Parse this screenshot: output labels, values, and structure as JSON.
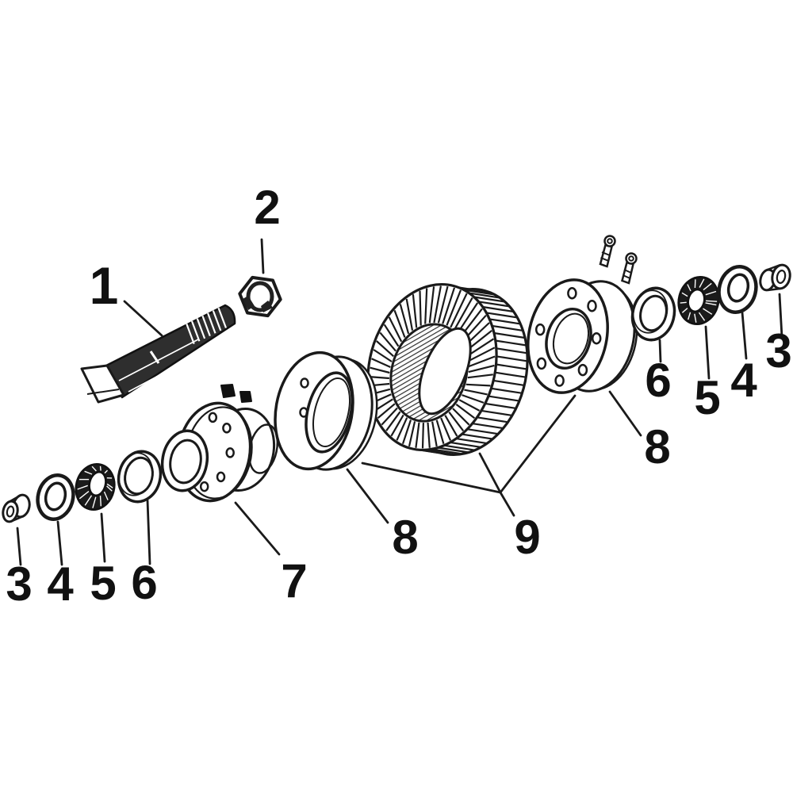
{
  "figure": {
    "type": "exploded-parts-diagram",
    "background": "#ffffff",
    "line_color": "#1a1a1a",
    "label_color": "#111111"
  },
  "parts": [
    {
      "callout": "1",
      "part": "hex-bolt"
    },
    {
      "callout": "2",
      "part": "hex-nut"
    },
    {
      "callout": "3",
      "part": "bushing"
    },
    {
      "callout": "4",
      "part": "washer-ring"
    },
    {
      "callout": "5",
      "part": "tapered-bearing"
    },
    {
      "callout": "6",
      "part": "seal-ring"
    },
    {
      "callout": "7",
      "part": "hub"
    },
    {
      "callout": "8",
      "part": "bearing-retainer-flange"
    },
    {
      "callout": "9",
      "part": "ring-gear"
    }
  ],
  "callouts": [
    {
      "label": "1",
      "points_to": "hex-bolt"
    },
    {
      "label": "2",
      "points_to": "hex-nut"
    },
    {
      "label": "3",
      "points_to": "bushing-left"
    },
    {
      "label": "4",
      "points_to": "washer-left"
    },
    {
      "label": "5",
      "points_to": "bearing-left"
    },
    {
      "label": "6",
      "points_to": "seal-ring-left"
    },
    {
      "label": "7",
      "points_to": "hub"
    },
    {
      "label": "8",
      "points_to": "bearing-retainer-left"
    },
    {
      "label": "9",
      "points_to": "ring-gear-and-retainer"
    },
    {
      "label": "8",
      "points_to": "bearing-retainer-right"
    },
    {
      "label": "6",
      "points_to": "seal-ring-right"
    },
    {
      "label": "5",
      "points_to": "bearing-right"
    },
    {
      "label": "4",
      "points_to": "washer-right"
    },
    {
      "label": "3",
      "points_to": "bushing-right"
    }
  ]
}
